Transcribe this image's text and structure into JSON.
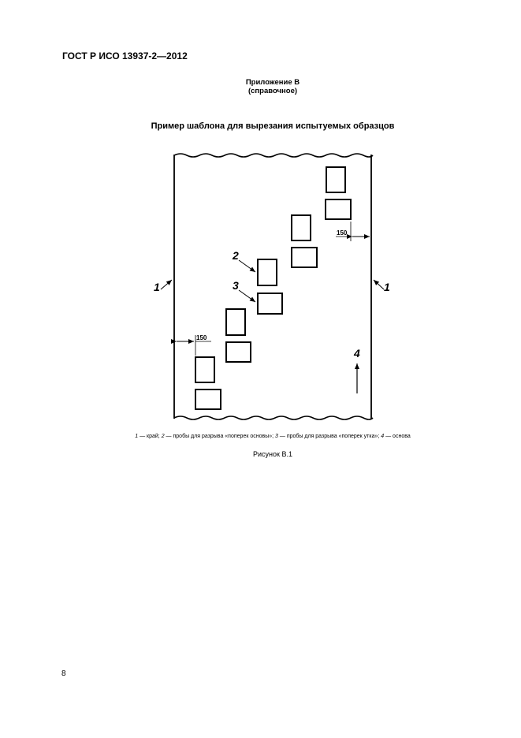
{
  "header": {
    "standard_code": "ГОСТ Р ИСО 13937-2—2012"
  },
  "appendix": {
    "title": "Приложение В",
    "subtitle": "(справочное)"
  },
  "figure": {
    "title": "Пример шаблона для вырезания испытуемых образцов",
    "labels": {
      "edge": "1",
      "warp_specimen": "2",
      "weft_specimen": "3",
      "warp_direction": "4"
    },
    "dimensions": {
      "left": "150",
      "right": "150"
    },
    "legend": [
      {
        "num": "1",
        "text": " — край; "
      },
      {
        "num": "2",
        "text": " — пробы для разрыва «поперек основы»; "
      },
      {
        "num": "3",
        "text": " — пробы для разрыва «поперек утка»; "
      },
      {
        "num": "4",
        "text": " — основа"
      }
    ],
    "caption": "Рисунок В.1"
  },
  "footer": {
    "page_number": "8"
  }
}
